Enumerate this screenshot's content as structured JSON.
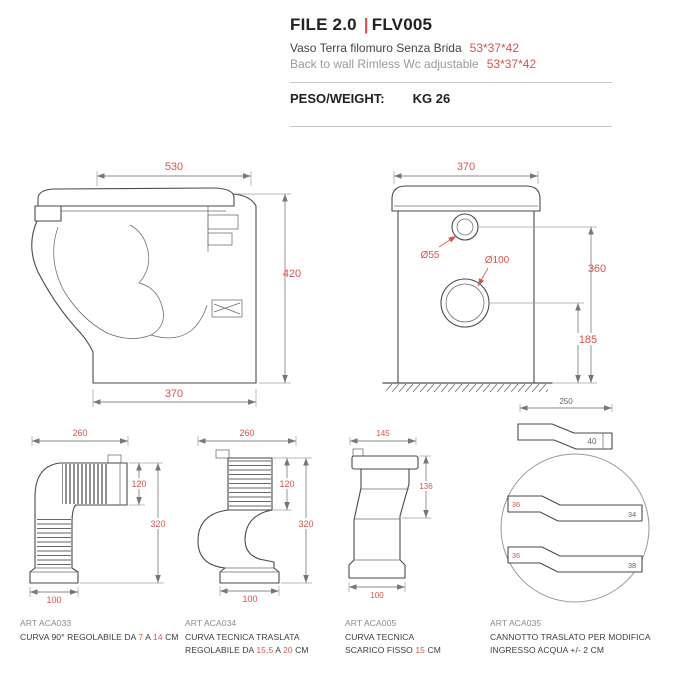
{
  "header": {
    "title": "FILE 2.0",
    "separator": "|",
    "code": "FLV005",
    "desc_it": "Vaso Terra filomuro Senza Brida",
    "desc_it_size": "53*37*42",
    "desc_en": "Back to wall Rimless Wc adjustable",
    "desc_en_size": "53*37*42",
    "weight_label": "PESO/WEIGHT:",
    "weight_value": "KG 26"
  },
  "side_view": {
    "width_top": "530",
    "height": "420",
    "width_bottom": "370"
  },
  "back_view": {
    "width_top": "370",
    "inlet_diameter": "Ø55",
    "outlet_diameter": "Ø100",
    "inlet_height": "360",
    "outlet_height": "185"
  },
  "fittings": {
    "aca033": {
      "dim_width": "260",
      "dim_inlet": "120",
      "dim_total": "320",
      "dim_outlet": "100",
      "art": "ART ACA033",
      "cap_a": "CURVA 90° REGOLABILE DA ",
      "cap_min": "7",
      "cap_b": " A ",
      "cap_max": "14",
      "cap_c": " CM"
    },
    "aca034": {
      "dim_width": "260",
      "dim_inlet": "120",
      "dim_total": "320",
      "dim_outlet": "100",
      "art": "ART ACA034",
      "line1": "CURVA TECNICA TRASLATA",
      "cap_a": "REGOLABILE DA ",
      "cap_min": "15,5",
      "cap_b": " A ",
      "cap_max": "20",
      "cap_c": " CM"
    },
    "aca005": {
      "dim_width": "145",
      "dim_drop": "136",
      "dim_outlet": "100",
      "art": "ART ACA005",
      "line1": "CURVA TECNICA",
      "cap_a": "SCARICO FISSO ",
      "cap_val": "15",
      "cap_c": " CM"
    },
    "aca035": {
      "dim_length": "250",
      "label_40": "40",
      "strip_top_left": "36",
      "strip_top_right": "34",
      "strip_bottom_left": "36",
      "strip_bottom_right": "38",
      "art": "ART ACA035",
      "line1": "CANNOTTO TRASLATO PER MODIFICA",
      "line2": "INGRESSO ACQUA +/- 2 CM"
    }
  },
  "colors": {
    "accent_red": "#d9534f",
    "drawing_line": "#4a4a4a",
    "dim_line": "#8a8a8a",
    "text_dark": "#333333",
    "text_gray": "#999999"
  }
}
